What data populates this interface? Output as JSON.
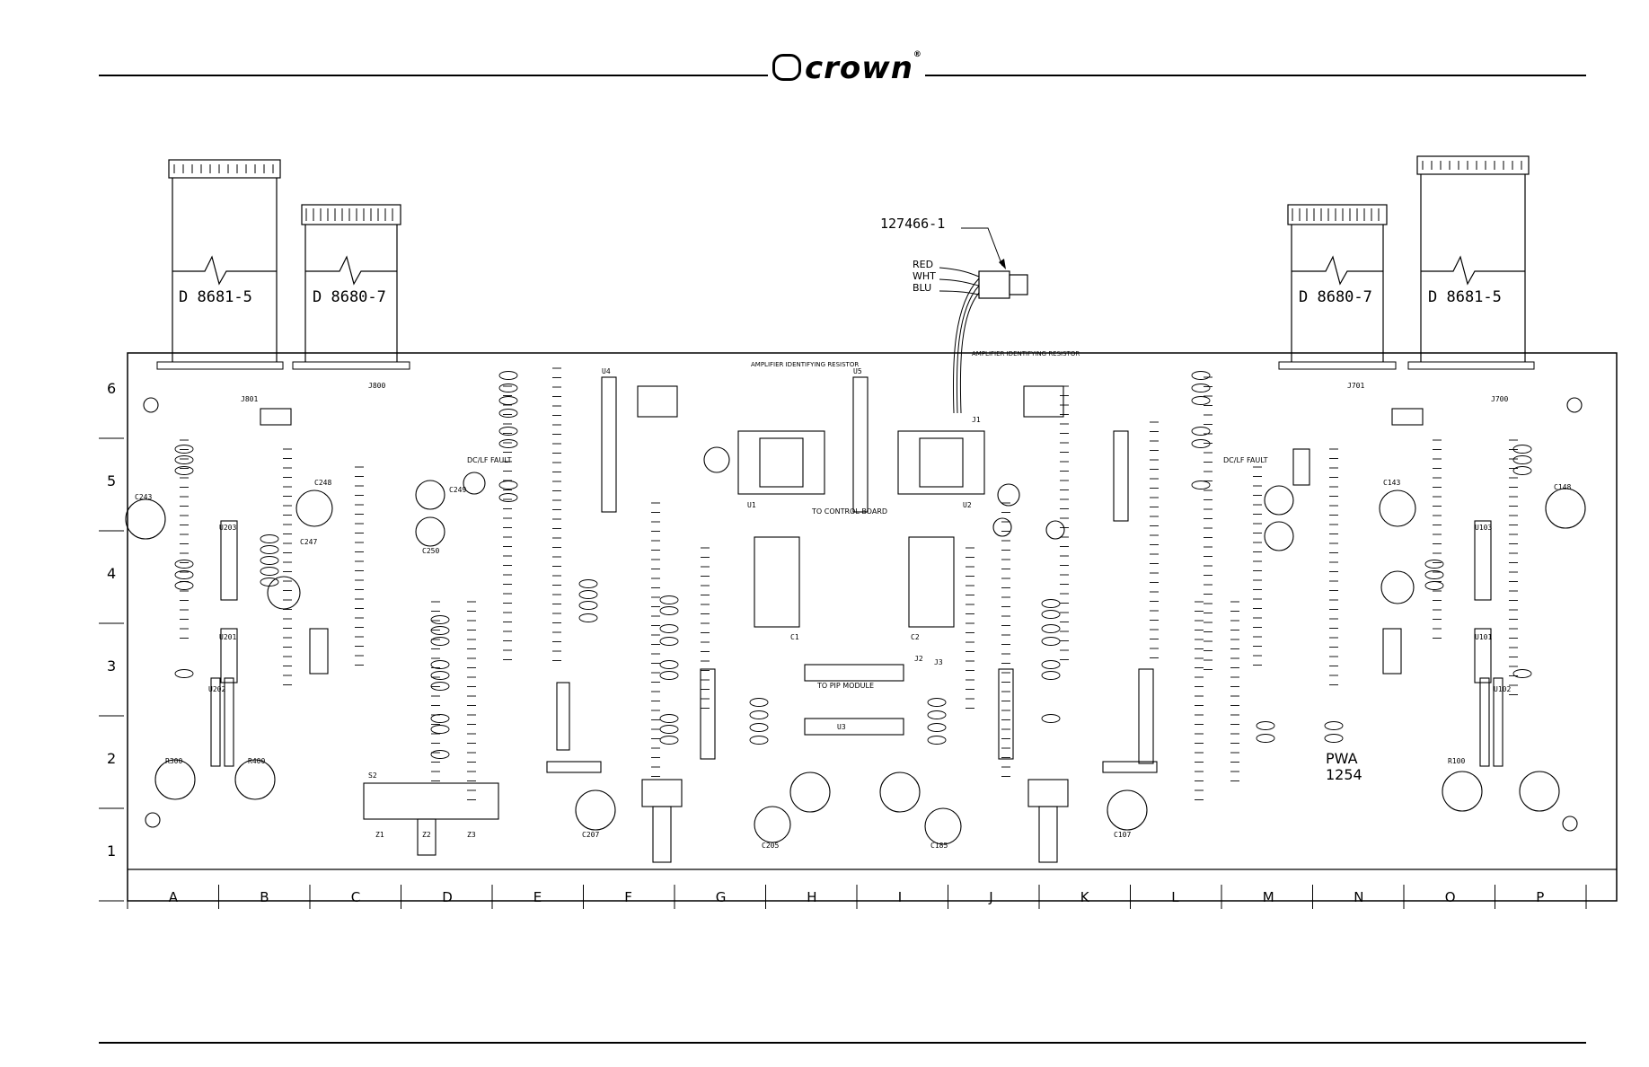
{
  "header": {
    "brand": "crown",
    "registered_mark": "®"
  },
  "part_number": "127466-1",
  "wire_colors": [
    "RED",
    "WHT",
    "BLU"
  ],
  "cables": [
    {
      "id": "cable-1",
      "label": "D 8681-5"
    },
    {
      "id": "cable-2",
      "label": "D 8680-7"
    },
    {
      "id": "cable-3",
      "label": "D 8680-7"
    },
    {
      "id": "cable-4",
      "label": "D 8681-5"
    }
  ],
  "connectors": [
    "J801",
    "J800",
    "J701",
    "J700"
  ],
  "board_labels": {
    "pwa": "PWA",
    "pwa_number": "1254",
    "to_control_board": "TO CONTROL BOARD",
    "to_pip_module": "TO PIP MODULE",
    "dc_lf_fault": "DC/LF FAULT",
    "amp_id_resistor": "AMPLIFIER IDENTIFYING RESISTOR"
  },
  "row_labels": [
    "6",
    "5",
    "4",
    "3",
    "2",
    "1"
  ],
  "column_labels": [
    "A",
    "B",
    "C",
    "D",
    "E",
    "F",
    "G",
    "H",
    "I",
    "J",
    "K",
    "L",
    "M",
    "N",
    "O",
    "P"
  ],
  "components": [
    "U203",
    "U201",
    "U202",
    "U101",
    "U102",
    "U103",
    "U1",
    "U2",
    "U3",
    "U4",
    "U5",
    "C1",
    "C2",
    "C243",
    "C248",
    "C247",
    "C249",
    "C250",
    "C207",
    "C205",
    "C185",
    "C107",
    "C143",
    "C148",
    "R300",
    "R100",
    "R400",
    "Z1",
    "Z2",
    "Z3",
    "S2",
    "J1",
    "J2",
    "J3"
  ]
}
